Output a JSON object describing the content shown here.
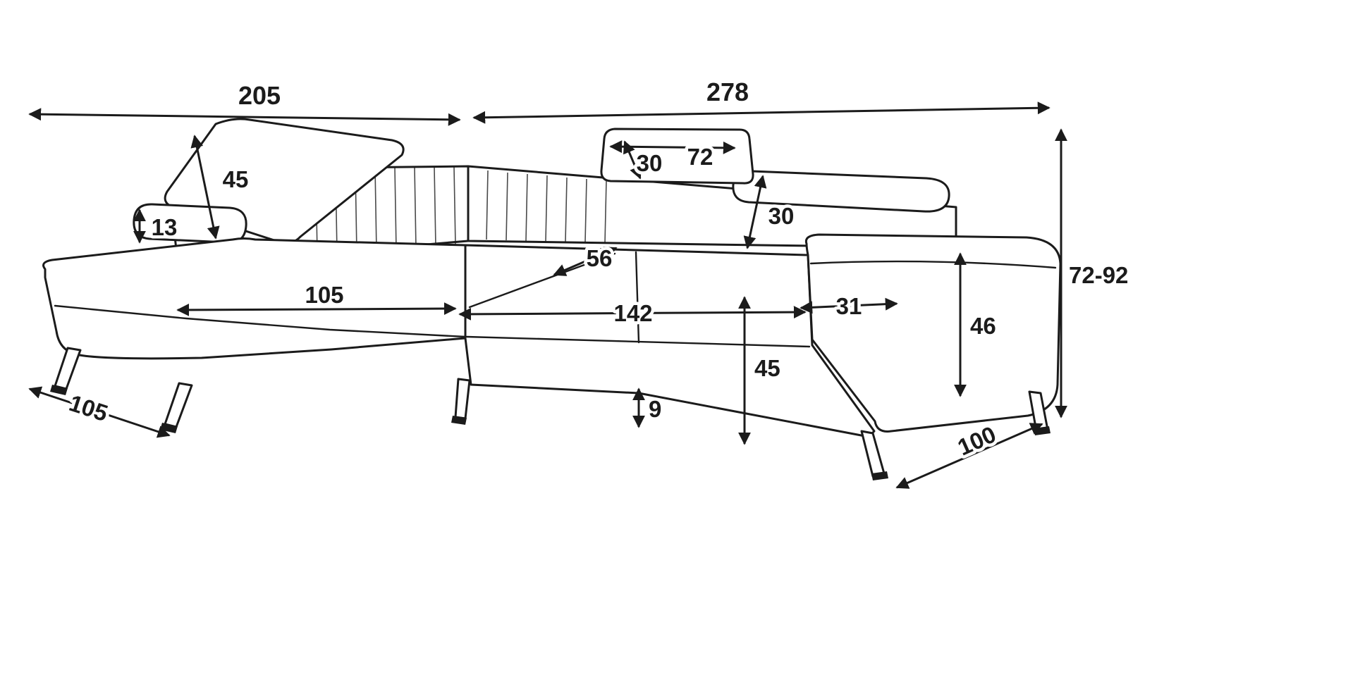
{
  "diagram": {
    "type": "furniture-dimension-diagram",
    "subject": "Corner sofa with chaise - dimension line drawing",
    "colors": {
      "line": "#1b1b1b",
      "fill": "#ffffff",
      "background": "#ffffff"
    },
    "labels": {
      "total_width_left": "205",
      "total_width_right": "278",
      "total_height": "72-92",
      "back_cushion_height": "45",
      "headrest_roll_height": "13",
      "top_cushion_depth": "30",
      "top_cushion_width": "72",
      "backrest_height": "30",
      "corner_seat_width": "56",
      "left_seat_length": "105",
      "right_seat_length": "142",
      "armrest_width": "31",
      "armrest_height": "46",
      "seat_height": "45",
      "floor_clearance": "9",
      "chaise_depth": "105",
      "sofa_depth": "100"
    }
  }
}
